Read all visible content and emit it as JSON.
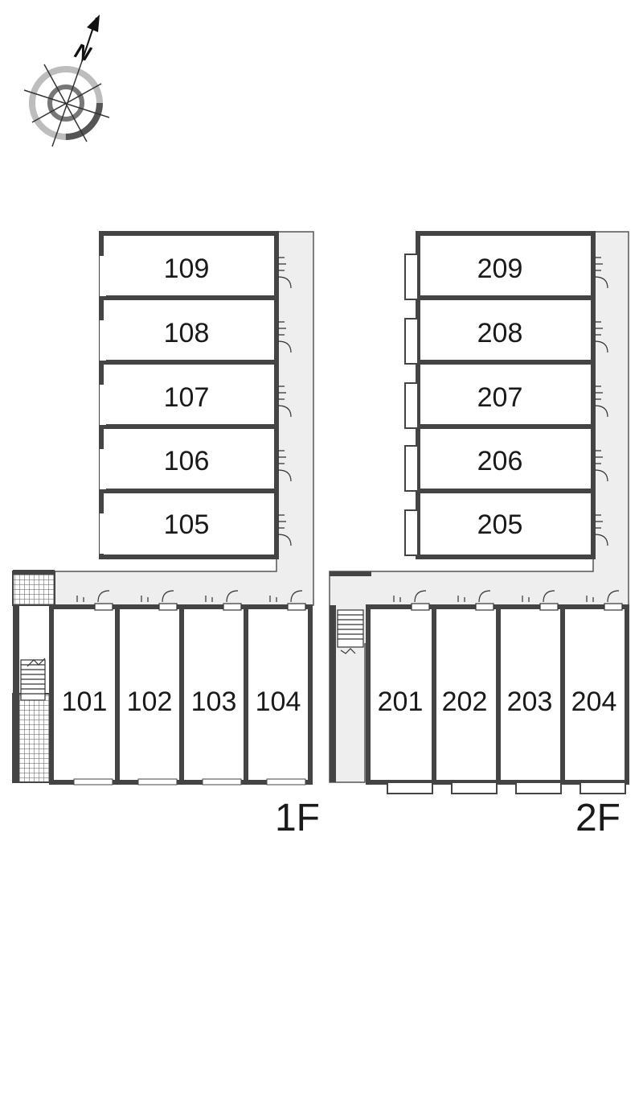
{
  "compass": {
    "north_label": "N",
    "icon": "compass-icon"
  },
  "floor1": {
    "label": "1F",
    "upper_units": [
      "109",
      "108",
      "107",
      "106",
      "105"
    ],
    "lower_units": [
      "101",
      "102",
      "103",
      "104"
    ]
  },
  "floor2": {
    "label": "2F",
    "upper_units": [
      "209",
      "208",
      "207",
      "206",
      "205"
    ],
    "lower_units": [
      "201",
      "202",
      "203",
      "204"
    ]
  },
  "colors": {
    "wall": "#4a4a4a",
    "corridor": "#eeeeee",
    "line": "#1a1a1a"
  }
}
